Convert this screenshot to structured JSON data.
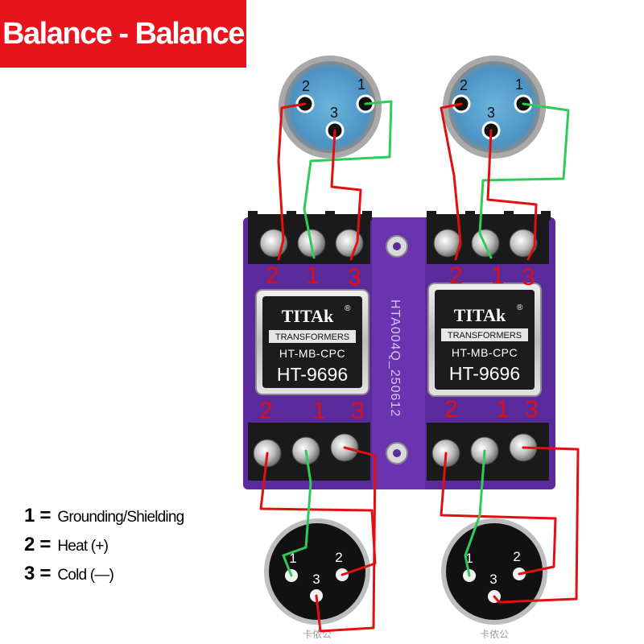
{
  "title": "Balance - Balance",
  "colors": {
    "banner_red": "#e8141c",
    "board_purple": "#5b2a9c",
    "terminal_black": "#1a1a1a",
    "xlr_female_blue": "#5da9d6",
    "xlr_male_black": "#111111",
    "wire_red": "#e01010",
    "wire_green": "#2ecc57",
    "transformer_silver": "#c9c9c9"
  },
  "board_label": "HTA004Q_250612",
  "transformers": [
    {
      "brand": "TITAk",
      "registered": "®",
      "type": "TRANSFORMERS",
      "series": "HT-MB-CPC",
      "model": "HT-9696"
    },
    {
      "brand": "TITAk",
      "registered": "®",
      "type": "TRANSFORMERS",
      "series": "HT-MB-CPC",
      "model": "HT-9696"
    }
  ],
  "top_terminal_labels": [
    "2",
    "1",
    "3"
  ],
  "bottom_terminal_labels": [
    "2",
    "1",
    "3"
  ],
  "xlr_female_inputs": [
    {
      "pins": [
        "2",
        "1",
        "3"
      ]
    },
    {
      "pins": [
        "2",
        "1",
        "3"
      ]
    }
  ],
  "xlr_male_outputs": [
    {
      "pins": [
        "1",
        "2",
        "3"
      ],
      "caption": "卡侬公"
    },
    {
      "pins": [
        "1",
        "2",
        "3"
      ],
      "caption": "卡侬公"
    }
  ],
  "legend": [
    {
      "num": "1",
      "eq": "=",
      "desc": "Grounding/Shielding"
    },
    {
      "num": "2",
      "eq": "=",
      "desc": "Heat (+)"
    },
    {
      "num": "3",
      "eq": "=",
      "desc": "Cold (—)"
    }
  ]
}
